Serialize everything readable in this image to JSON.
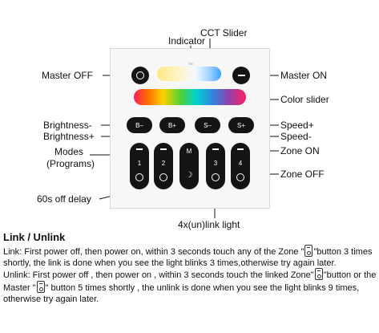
{
  "labels": {
    "cct_slider": "CCT Slider",
    "indicator": "Indicator",
    "master_off": "Master OFF",
    "master_on": "Master ON",
    "color_slider": "Color slider",
    "brightness_minus": "Brightness-",
    "brightness_plus": "Brightness+",
    "speed_plus": "Speed+",
    "speed_minus": "Speed-",
    "modes": "Modes",
    "programs": "(Programs)",
    "zone_on": "Zone ON",
    "zone_off": "Zone OFF",
    "off_delay": "60s off delay",
    "link_light": "4x(un)link light"
  },
  "buttons": {
    "b_minus": "B–",
    "b_plus": "B+",
    "s_minus": "S–",
    "s_plus": "S+",
    "modes_key": "M",
    "zone1": "1",
    "zone2": "2",
    "zone3": "3",
    "zone4": "4"
  },
  "instructions": {
    "heading": "Link / Unlink",
    "link_1": "Link: First power off, then power on, within 3 seconds touch any of the Zone \"",
    "link_2": "\"button 3 times",
    "link_3": "shortly, the link is done when you see the light blinks 3 times,otherwise try again later.",
    "unlink_1": "Unlink: First power off , then power on , within 3 seconds touch the linked Zone\"",
    "unlink_2": "\"button or the",
    "unlink_3": "Master \"",
    "unlink_4": "\" button 5 times shortly , the unlink is done when you see the light blinks 9 times,",
    "unlink_5": "otherwise try again later."
  },
  "colors": {
    "button": "#141414",
    "panel": "#f7f7f7",
    "text": "#111111"
  }
}
